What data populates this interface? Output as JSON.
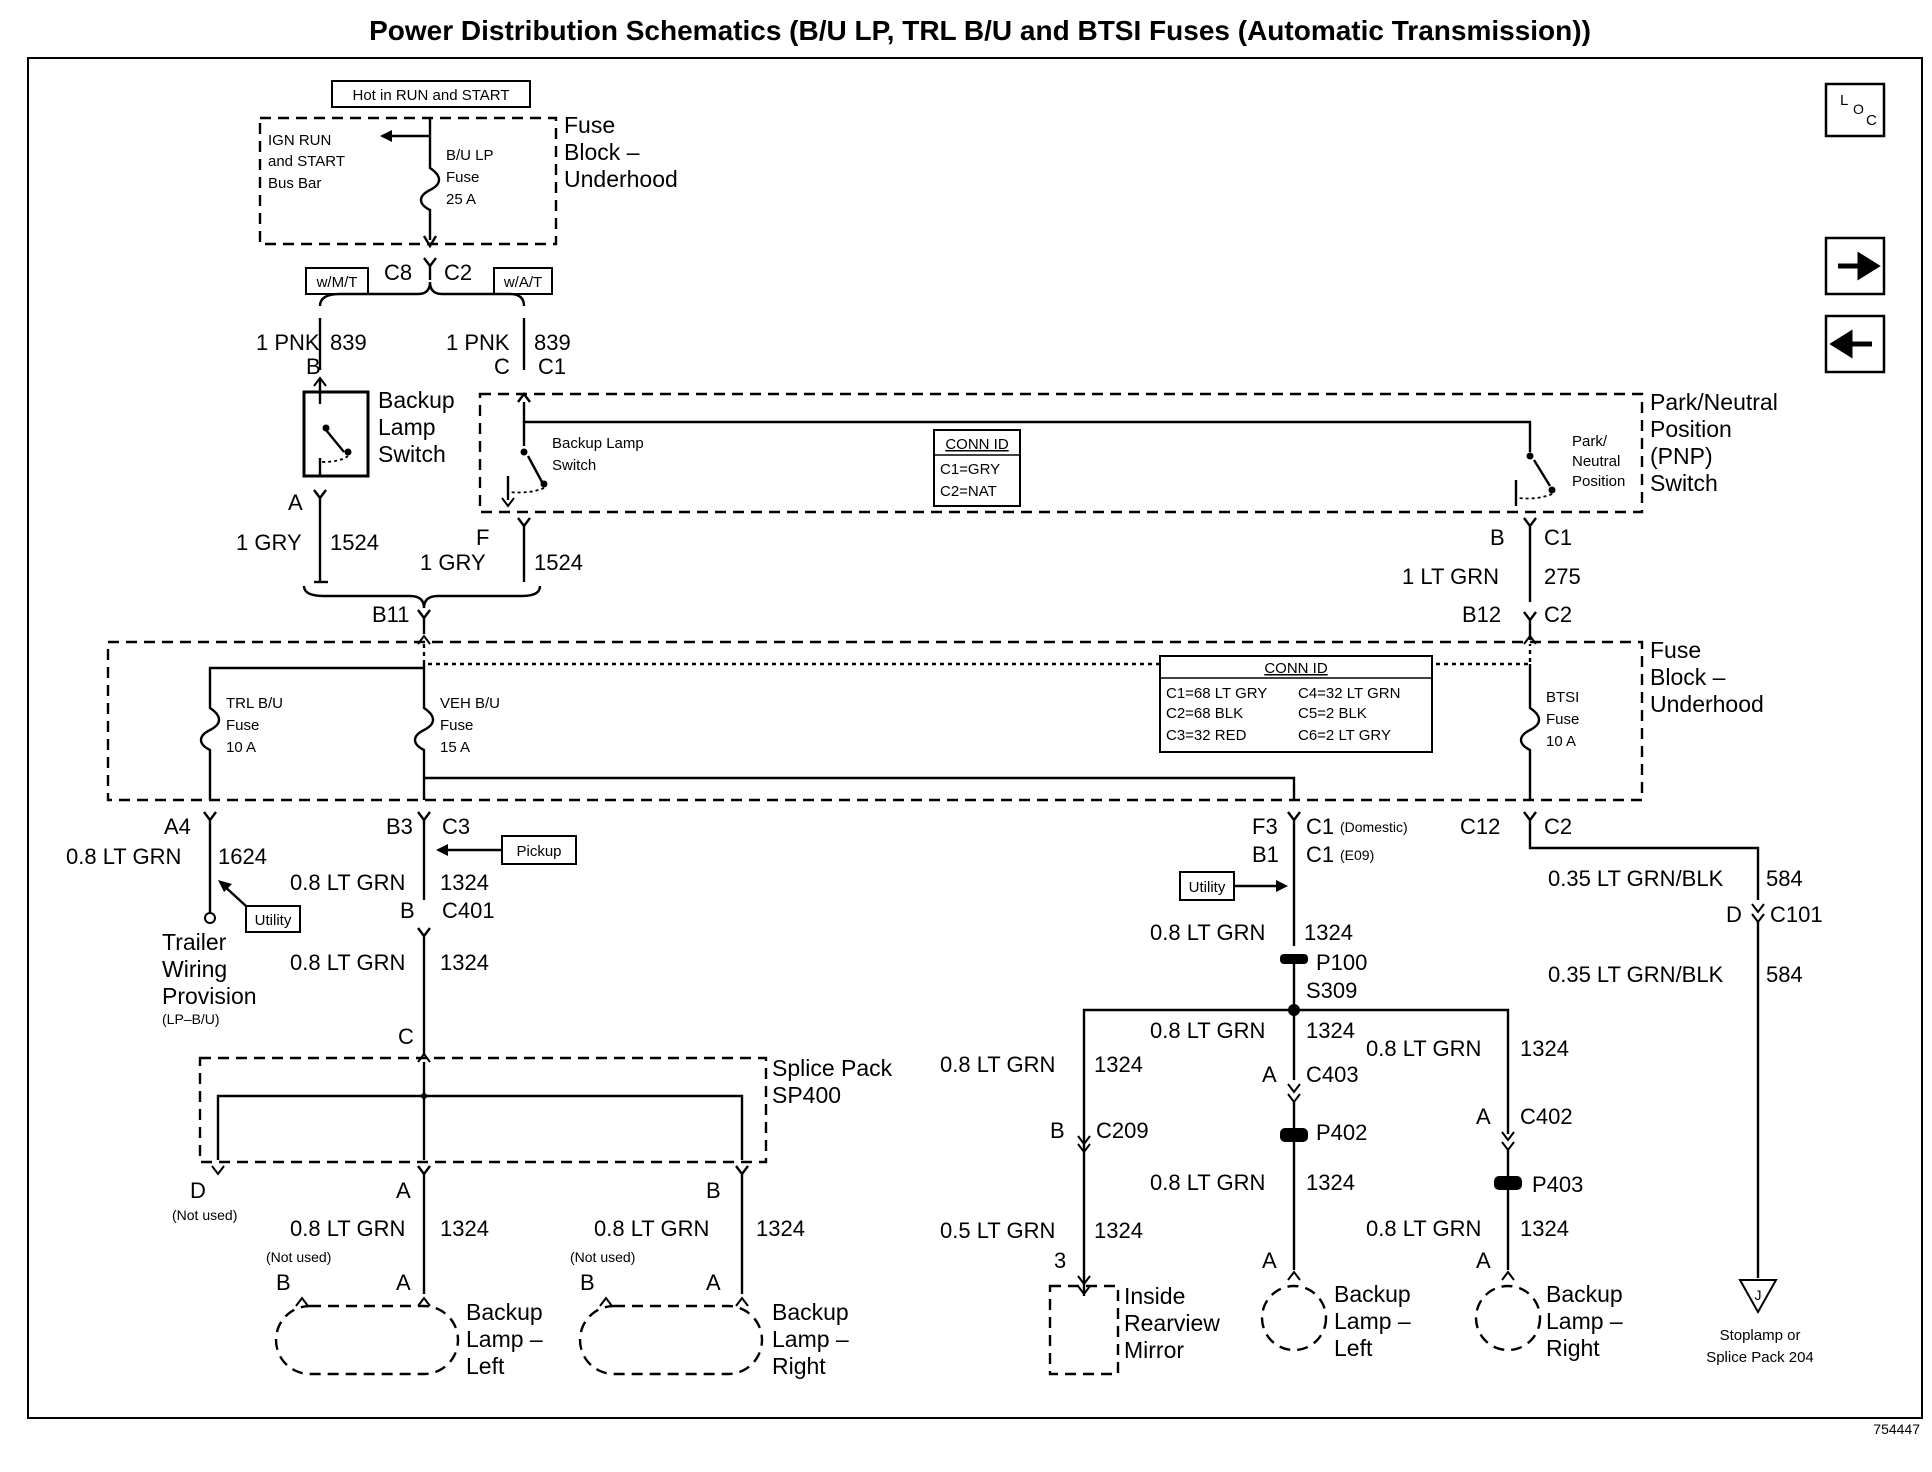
{
  "title": "Power Distribution Schematics (B/U LP, TRL B/U and BTSI Fuses (Automatic Transmission))",
  "figure_id": "754447",
  "nav": {
    "loc_icon": "loc-icon",
    "next_icon": "arrow-right-icon",
    "prev_icon": "arrow-left-icon",
    "loc_text": [
      "L",
      "O",
      "C"
    ]
  },
  "top_fuse": {
    "hot_label": "Hot in RUN and START",
    "bus_bar": [
      "IGN RUN",
      "and START",
      "Bus Bar"
    ],
    "fuse": [
      "B/U LP",
      "Fuse",
      "25 A"
    ],
    "block": [
      "Fuse",
      "Block –",
      "Underhood"
    ],
    "c8": "C8",
    "c2": "C2",
    "wmt": "w/M/T",
    "wat": "w/A/T"
  },
  "mt_branch": {
    "wire": "1 PNK",
    "circuit": "839",
    "pin_top": "B",
    "pin_bot": "A",
    "switch_label": [
      "Backup",
      "Lamp",
      "Switch"
    ],
    "wire2": "1 GRY",
    "circuit2": "1524"
  },
  "at_branch": {
    "wire": "1 PNK",
    "circuit": "839",
    "pin": "C",
    "conn": "C1",
    "pin_bot": "F",
    "wire2": "1 GRY",
    "circuit2": "1524"
  },
  "pnp": {
    "backup_sw": [
      "Backup Lamp",
      "Switch"
    ],
    "conn_id": [
      "CONN ID",
      "C1=GRY",
      "C2=NAT"
    ],
    "pnp_sw": [
      "Park/",
      "Neutral",
      "Position"
    ],
    "label": [
      "Park/Neutral",
      "Position",
      "(PNP)",
      "Switch"
    ],
    "pin": "B",
    "conn": "C1",
    "wire": "1 LT GRN",
    "circuit": "275",
    "pin2": "B12",
    "conn2": "C2"
  },
  "main_fuse": {
    "b11": "B11",
    "trl": [
      "TRL B/U",
      "Fuse",
      "10 A"
    ],
    "veh": [
      "VEH B/U",
      "Fuse",
      "15 A"
    ],
    "btsi": [
      "BTSI",
      "Fuse",
      "10 A"
    ],
    "conn_id_title": "CONN ID",
    "conn_id_col1": [
      "C1=68 LT GRY",
      "C2=68 BLK",
      "C3=32 RED"
    ],
    "conn_id_col2": [
      "C4=32 LT GRN",
      "C5=2 BLK",
      "C6=2 LT GRY"
    ],
    "block": [
      "Fuse",
      "Block –",
      "Underhood"
    ]
  },
  "trailer": {
    "pin": "A4",
    "wire": "0.8 LT GRN",
    "circuit": "1624",
    "utility": "Utility",
    "label": [
      "Trailer",
      "Wiring",
      "Provision"
    ],
    "sub": "(LP–B/U)"
  },
  "veh_path": {
    "pin": "B3",
    "conn": "C3",
    "pickup": "Pickup",
    "wire": "0.8 LT GRN",
    "circuit": "1324",
    "pin2": "B",
    "conn2": "C401",
    "wire2": "0.8 LT GRN",
    "circuit2": "1324",
    "pin3": "C",
    "splice": [
      "Splice Pack",
      "SP400"
    ],
    "d_pin": "D",
    "not_used": "(Not used)",
    "a_pin": "A",
    "b_pin": "B",
    "lamp_wire": "0.8 LT GRN",
    "lamp_circuit": "1324",
    "left": {
      "b": "B",
      "nu": "(Not used)",
      "a": "A",
      "label": [
        "Backup",
        "Lamp –",
        "Left"
      ]
    },
    "right": {
      "b": "B",
      "nu": "(Not used)",
      "a": "A",
      "label": [
        "Backup",
        "Lamp –",
        "Right"
      ]
    }
  },
  "domestic": {
    "f3": "F3",
    "c1": "C1",
    "dom": "(Domestic)",
    "b1": "B1",
    "c1b": "C1",
    "e09": "(E09)",
    "utility": "Utility",
    "wire": "0.8 LT GRN",
    "circuit": "1324",
    "p100": "P100",
    "s309": "S309",
    "mirror": {
      "wire": "0.8 LT GRN",
      "circuit": "1324",
      "pin": "B",
      "conn": "C209",
      "wire2": "0.5 LT GRN",
      "circuit2": "1324",
      "pin2": "3",
      "label": [
        "Inside",
        "Rearview",
        "Mirror"
      ]
    },
    "left": {
      "wire": "0.8 LT GRN",
      "circuit": "1324",
      "pin": "A",
      "conn": "C403",
      "p": "P402",
      "wire2": "0.8 LT GRN",
      "circuit2": "1324",
      "pin2": "A",
      "label": [
        "Backup",
        "Lamp –",
        "Left"
      ]
    },
    "right": {
      "wire": "0.8 LT GRN",
      "circuit": "1324",
      "pin": "A",
      "conn": "C402",
      "p": "P403",
      "wire2": "0.8 LT GRN",
      "circuit2": "1324",
      "pin2": "A",
      "label": [
        "Backup",
        "Lamp –",
        "Right"
      ]
    }
  },
  "btsi_path": {
    "pin": "C12",
    "conn": "C2",
    "wire": "0.35 LT GRN/BLK",
    "circuit": "584",
    "pin2": "D",
    "conn2": "C101",
    "wire2": "0.35 LT GRN/BLK",
    "circuit2": "584",
    "ref": "J",
    "label": [
      "Stoplamp or",
      "Splice Pack 204"
    ]
  }
}
